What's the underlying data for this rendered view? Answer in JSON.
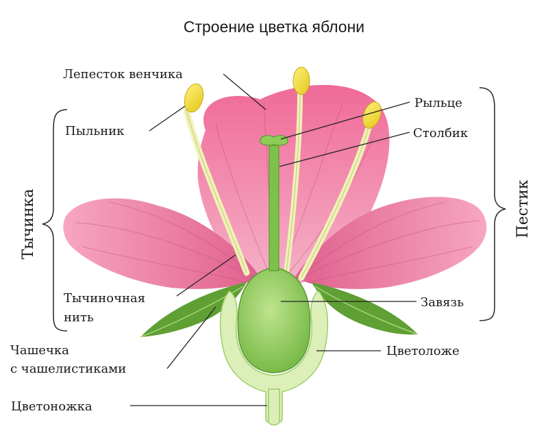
{
  "title": "Строение цветка яблони",
  "labels": {
    "petal": "Лепесток венчика",
    "anther": "Пыльник",
    "stigma": "Рыльце",
    "style": "Столбик",
    "filament_line1": "Тычиночная",
    "filament_line2": "нить",
    "ovary": "Завязь",
    "calyx_line1": "Чашечка",
    "calyx_line2": "с чашелистиками",
    "receptacle": "Цветоложе",
    "pedicel": "Цветоножка"
  },
  "groups": {
    "stamen": "Тычинка",
    "pistil": "Пестик"
  },
  "colors": {
    "petal": "#e8799e",
    "petal_light": "#f4a9c2",
    "anther": "#f2dc2e",
    "filament": "#eef0b6",
    "pistil": "#7cc14a",
    "receptacle": "#d9efb4",
    "sepal": "#6faa3a"
  }
}
